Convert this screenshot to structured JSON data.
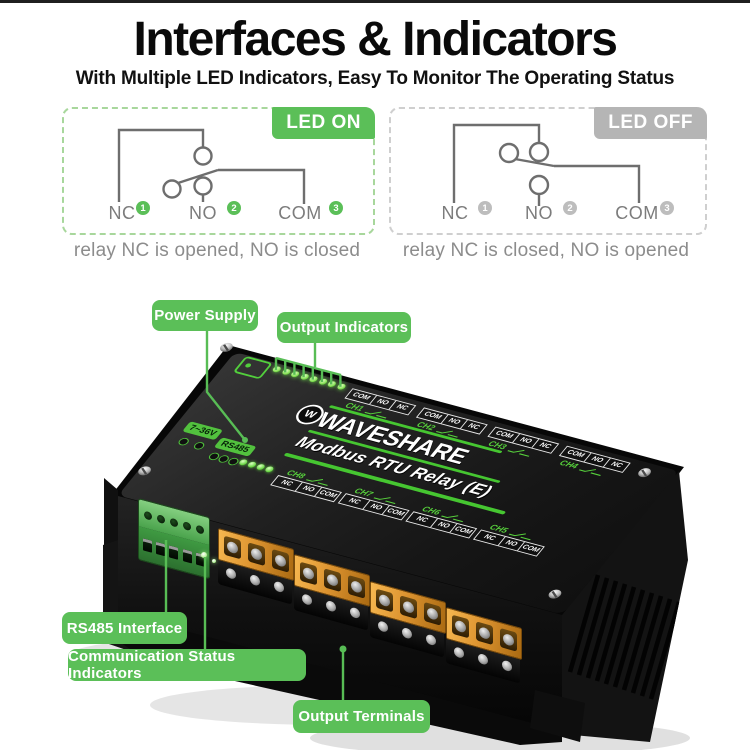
{
  "title": "Interfaces & Indicators",
  "subtitle": "With Multiple LED Indicators, Easy To Monitor The Operating Status",
  "diagrams": {
    "on": {
      "badge": "LED ON",
      "caption": "relay NC is opened, NO is closed",
      "terminals": [
        {
          "label": "NC",
          "num": "1"
        },
        {
          "label": "NO",
          "num": "2"
        },
        {
          "label": "COM",
          "num": "3"
        }
      ]
    },
    "off": {
      "badge": "LED OFF",
      "caption": "relay NC is closed, NO is opened",
      "terminals": [
        {
          "label": "NC",
          "num": "1"
        },
        {
          "label": "NO",
          "num": "2"
        },
        {
          "label": "COM",
          "num": "3"
        }
      ]
    }
  },
  "callouts": {
    "power_supply": "Power Supply",
    "output_indicators": "Output Indicators",
    "rs485_interface": "RS485 Interface",
    "comm_status": "Communication Status Indicators",
    "output_terminals": "Output Terminals"
  },
  "device": {
    "brand": "WAVESHARE",
    "logo_letter": "W",
    "model": "Modbus RTU Relay (E)",
    "power_label": "7~36V",
    "rs485_label": "RS485",
    "channels_top": [
      {
        "name": "CH1",
        "cells": [
          "COM",
          "NO",
          "NC"
        ]
      },
      {
        "name": "CH2",
        "cells": [
          "COM",
          "NO",
          "NC"
        ]
      },
      {
        "name": "CH3",
        "cells": [
          "COM",
          "NO",
          "NC"
        ]
      },
      {
        "name": "CH4",
        "cells": [
          "COM",
          "NO",
          "NC"
        ]
      }
    ],
    "channels_bottom": [
      {
        "name": "CH8",
        "cells": [
          "NC",
          "NO",
          "COM"
        ]
      },
      {
        "name": "CH7",
        "cells": [
          "NC",
          "NO",
          "COM"
        ]
      },
      {
        "name": "CH6",
        "cells": [
          "NC",
          "NO",
          "COM"
        ]
      },
      {
        "name": "CH5",
        "cells": [
          "NC",
          "NO",
          "COM"
        ]
      }
    ],
    "colors": {
      "accent_green": "#5bbf58",
      "badge_gray": "#b5b5b5",
      "terminal_orange": "#dd9430",
      "clip_red": "#d94b30"
    }
  }
}
